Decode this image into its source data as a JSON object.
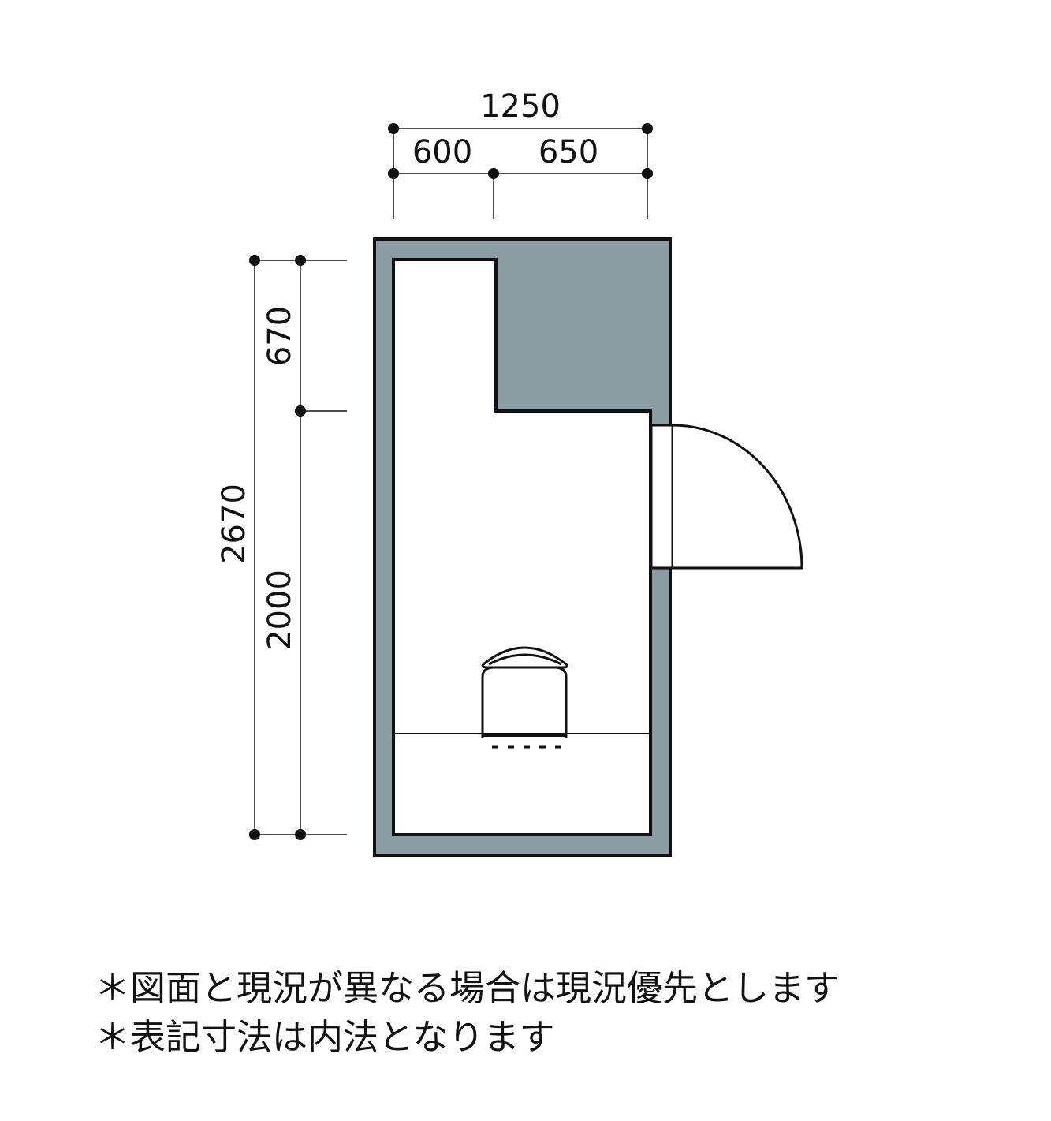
{
  "dimensions": {
    "total_width": "1250",
    "width_left": "600",
    "width_right": "650",
    "total_depth": "2670",
    "depth_top": "670",
    "depth_bottom": "2000"
  },
  "notes": [
    "＊図面と現況が異なる場合は現況優先とします",
    "＊表記寸法は内法となります"
  ],
  "colors": {
    "wall": "#8c9ca3",
    "line": "#111111"
  }
}
